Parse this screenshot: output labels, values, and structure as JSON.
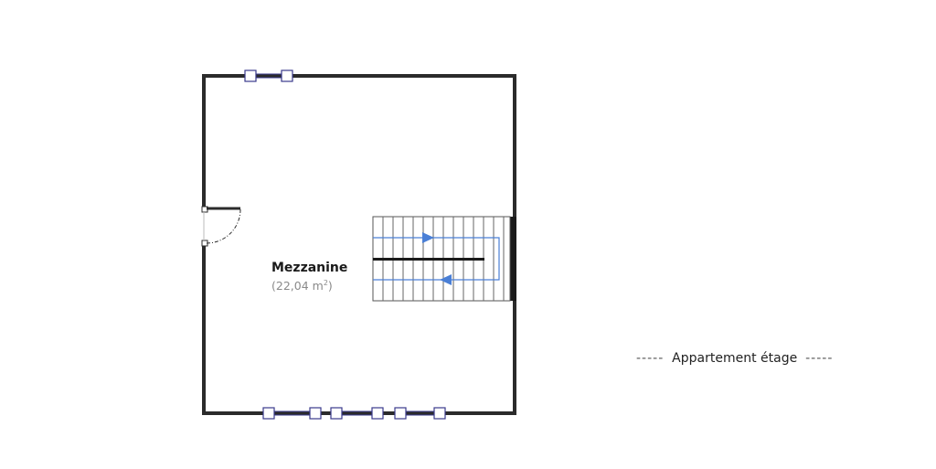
{
  "room": {
    "name": "Mezzanine",
    "area_value": "(22,04 m",
    "area_sup": "2",
    "area_close": ")"
  },
  "floor_label": {
    "dash_left": "-----",
    "text": "Appartement étage",
    "dash_right": "-----"
  },
  "colors": {
    "wall": "#2b2b2b",
    "window_frame": "#3a3a8c",
    "window_fill": "#ffffff",
    "stair_arrow": "#4a7fd6",
    "stair_line": "#555555"
  },
  "icons": {
    "door": "door-swing-icon",
    "window": "window-icon",
    "stairs": "staircase-icon"
  }
}
